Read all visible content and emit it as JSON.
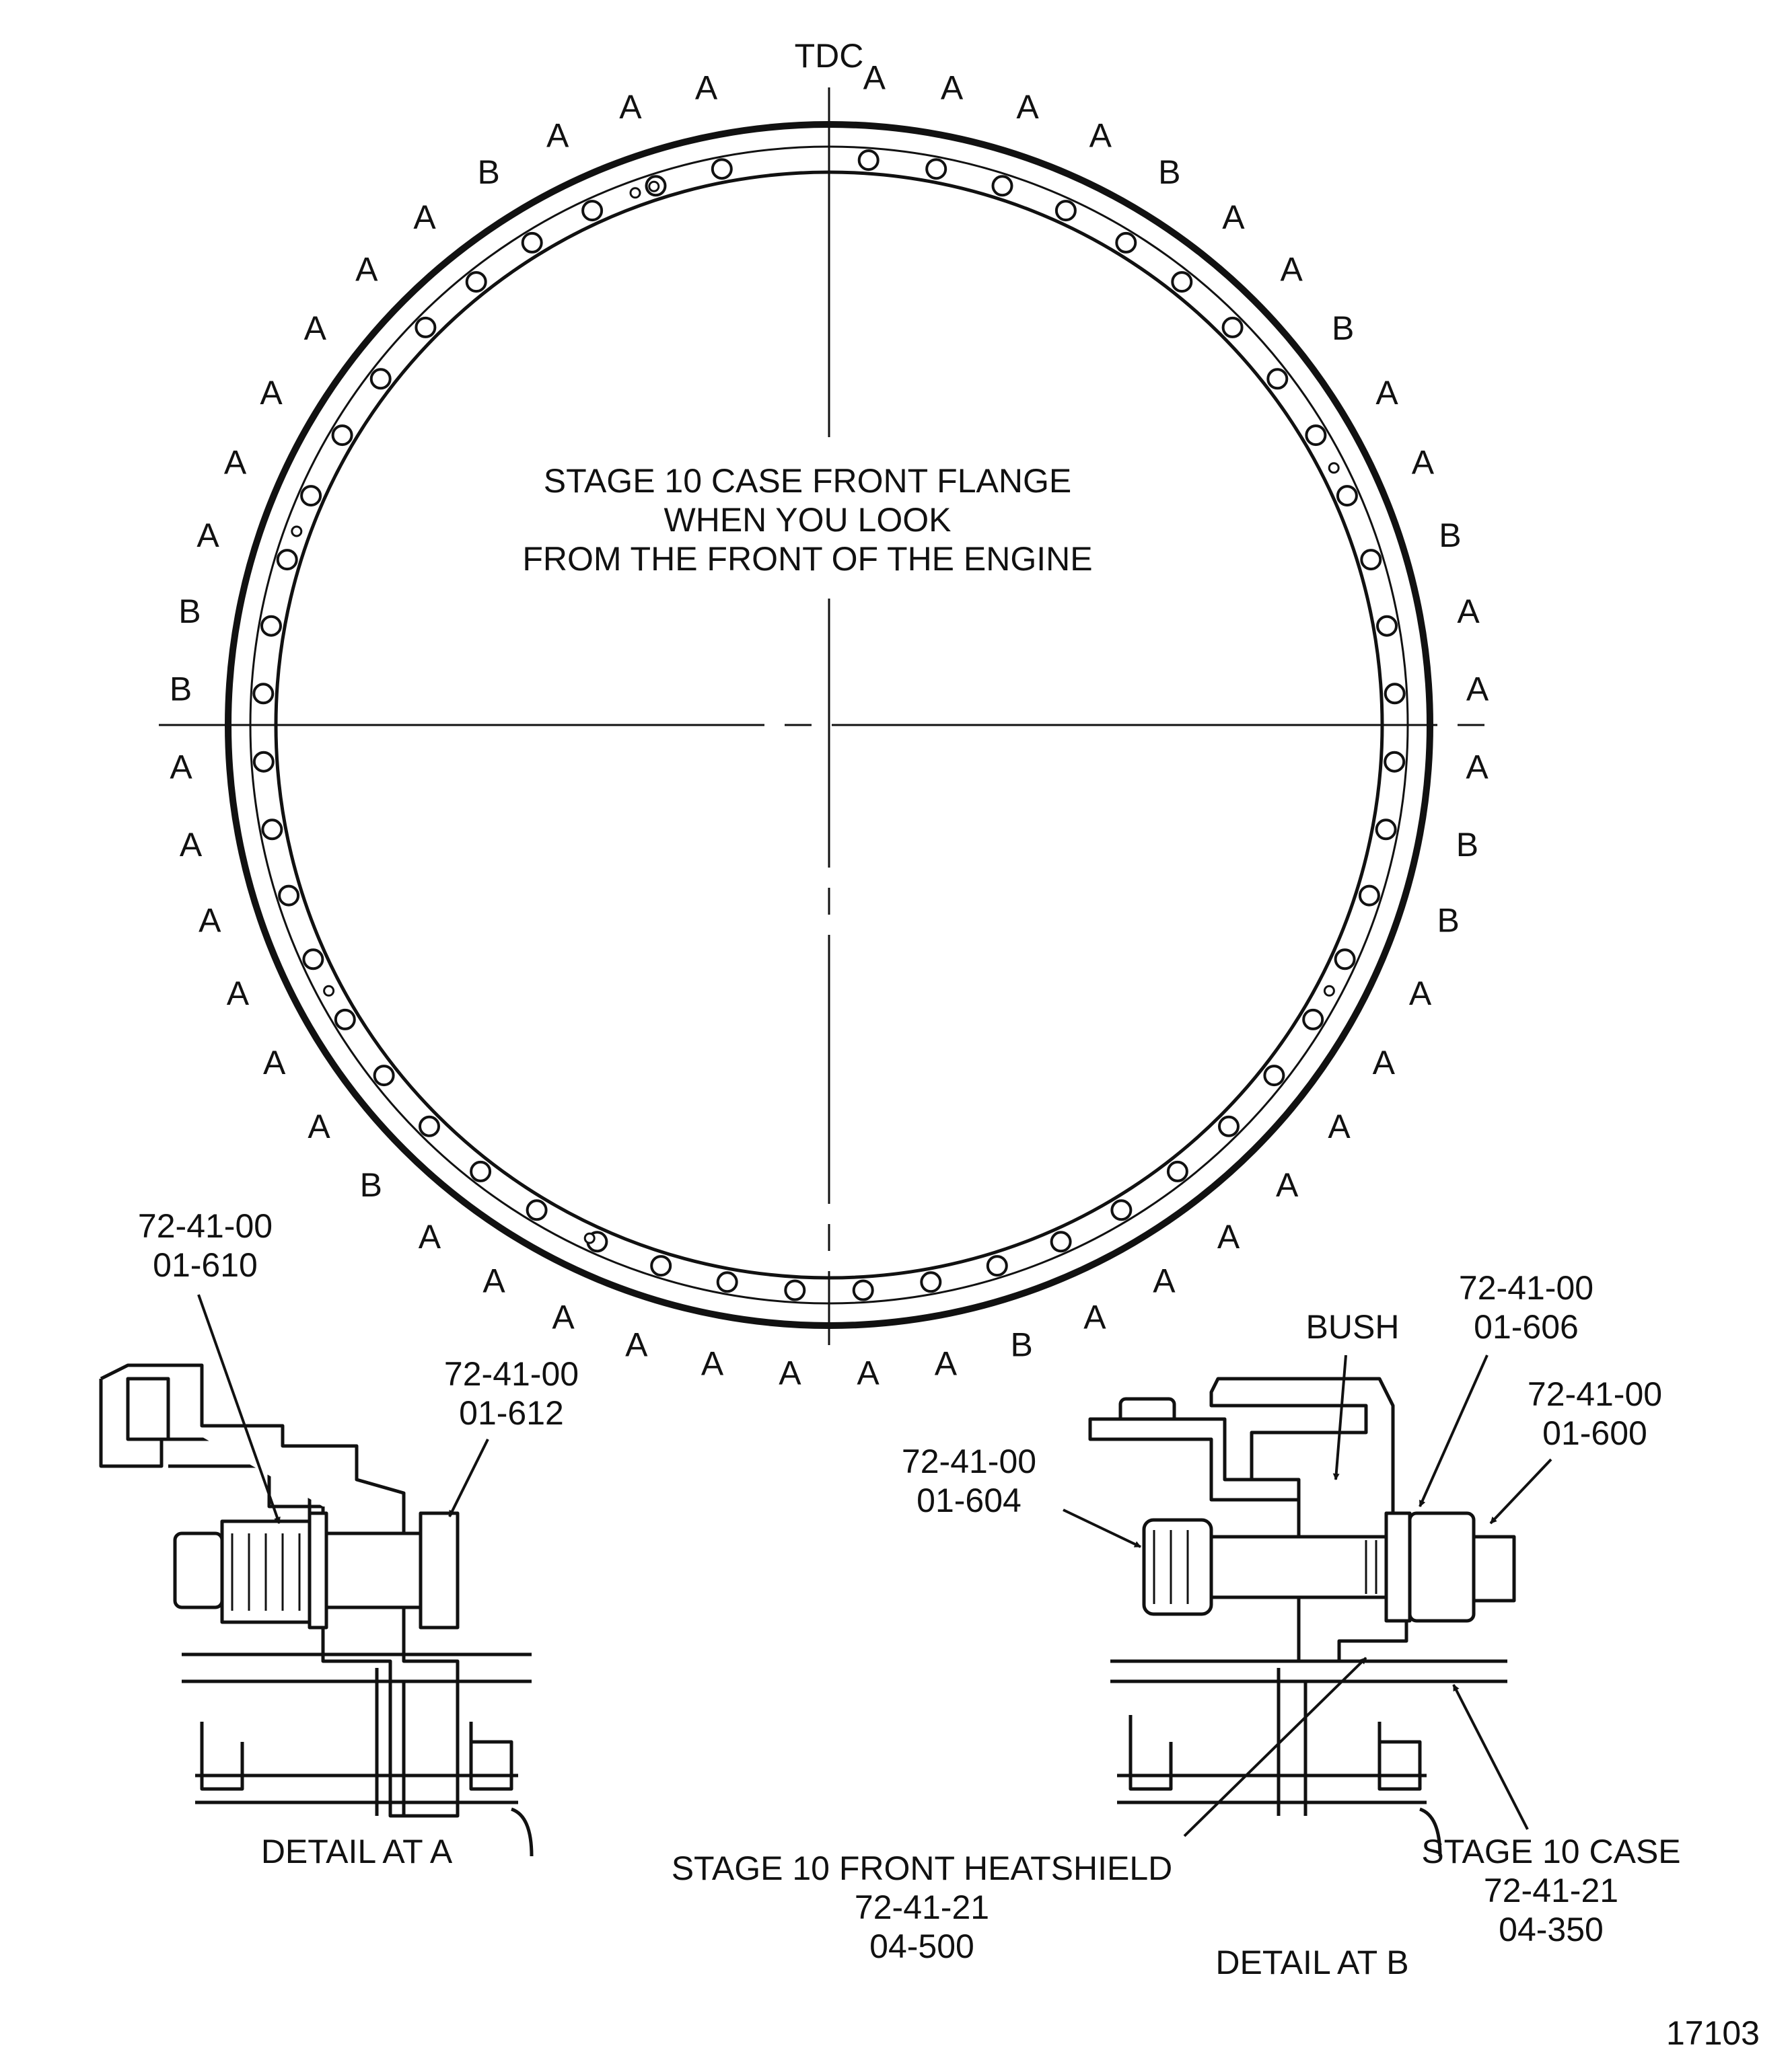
{
  "flange": {
    "tdc_label": "TDC",
    "title_lines": [
      "STAGE 10 CASE FRONT FLANGE",
      "WHEN YOU LOOK",
      "FROM THE FRONT OF THE ENGINE"
    ],
    "position_letters": [
      "A",
      "A",
      "A",
      "A",
      "B",
      "A",
      "A",
      "B",
      "A",
      "A",
      "B",
      "A",
      "A",
      "A",
      "B",
      "B",
      "A",
      "A",
      "A",
      "A",
      "A",
      "A",
      "A",
      "B",
      "A",
      "A",
      "A",
      "A",
      "A",
      "A",
      "A",
      "A",
      "B",
      "A",
      "A",
      "A",
      "A",
      "A",
      "A",
      "B",
      "B",
      "A",
      "A",
      "A",
      "A",
      "A",
      "A",
      "B",
      "A",
      "A",
      "A"
    ]
  },
  "detail_a": {
    "callout_left": [
      "72-41-00",
      "01-610"
    ],
    "callout_right": [
      "72-41-00",
      "01-612"
    ],
    "caption": "DETAIL AT A"
  },
  "detail_b": {
    "bush_label": "BUSH",
    "callout_606": [
      "72-41-00",
      "01-606"
    ],
    "callout_600": [
      "72-41-00",
      "01-600"
    ],
    "callout_604": [
      "72-41-00",
      "01-604"
    ],
    "heatshield": [
      "STAGE 10 FRONT HEATSHIELD",
      "72-41-21",
      "04-500"
    ],
    "case": [
      "STAGE 10 CASE",
      "72-41-21",
      "04-350"
    ],
    "caption": "DETAIL AT B"
  },
  "figure_number": "17103"
}
